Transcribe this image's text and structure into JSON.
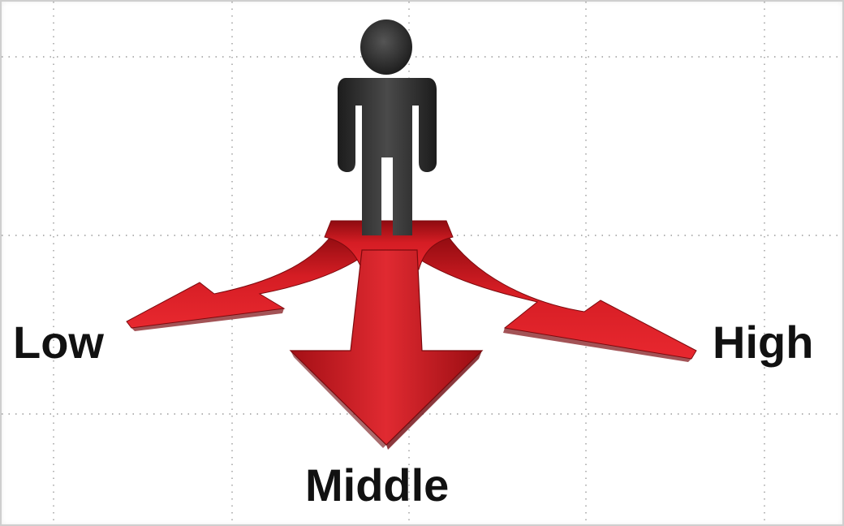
{
  "diagram": {
    "labels": {
      "low": "Low",
      "middle": "Middle",
      "high": "High"
    },
    "icons": {
      "person": "person-icon",
      "arrow_low": "curved-arrow-left-icon",
      "arrow_middle": "arrow-down-icon",
      "arrow_high": "curved-arrow-right-icon"
    },
    "colors": {
      "arrow": "#c8141c",
      "arrow_dark": "#8e0b10",
      "person": "#2a2a2a",
      "grid": "#9a9a9a",
      "text": "#111111"
    }
  }
}
